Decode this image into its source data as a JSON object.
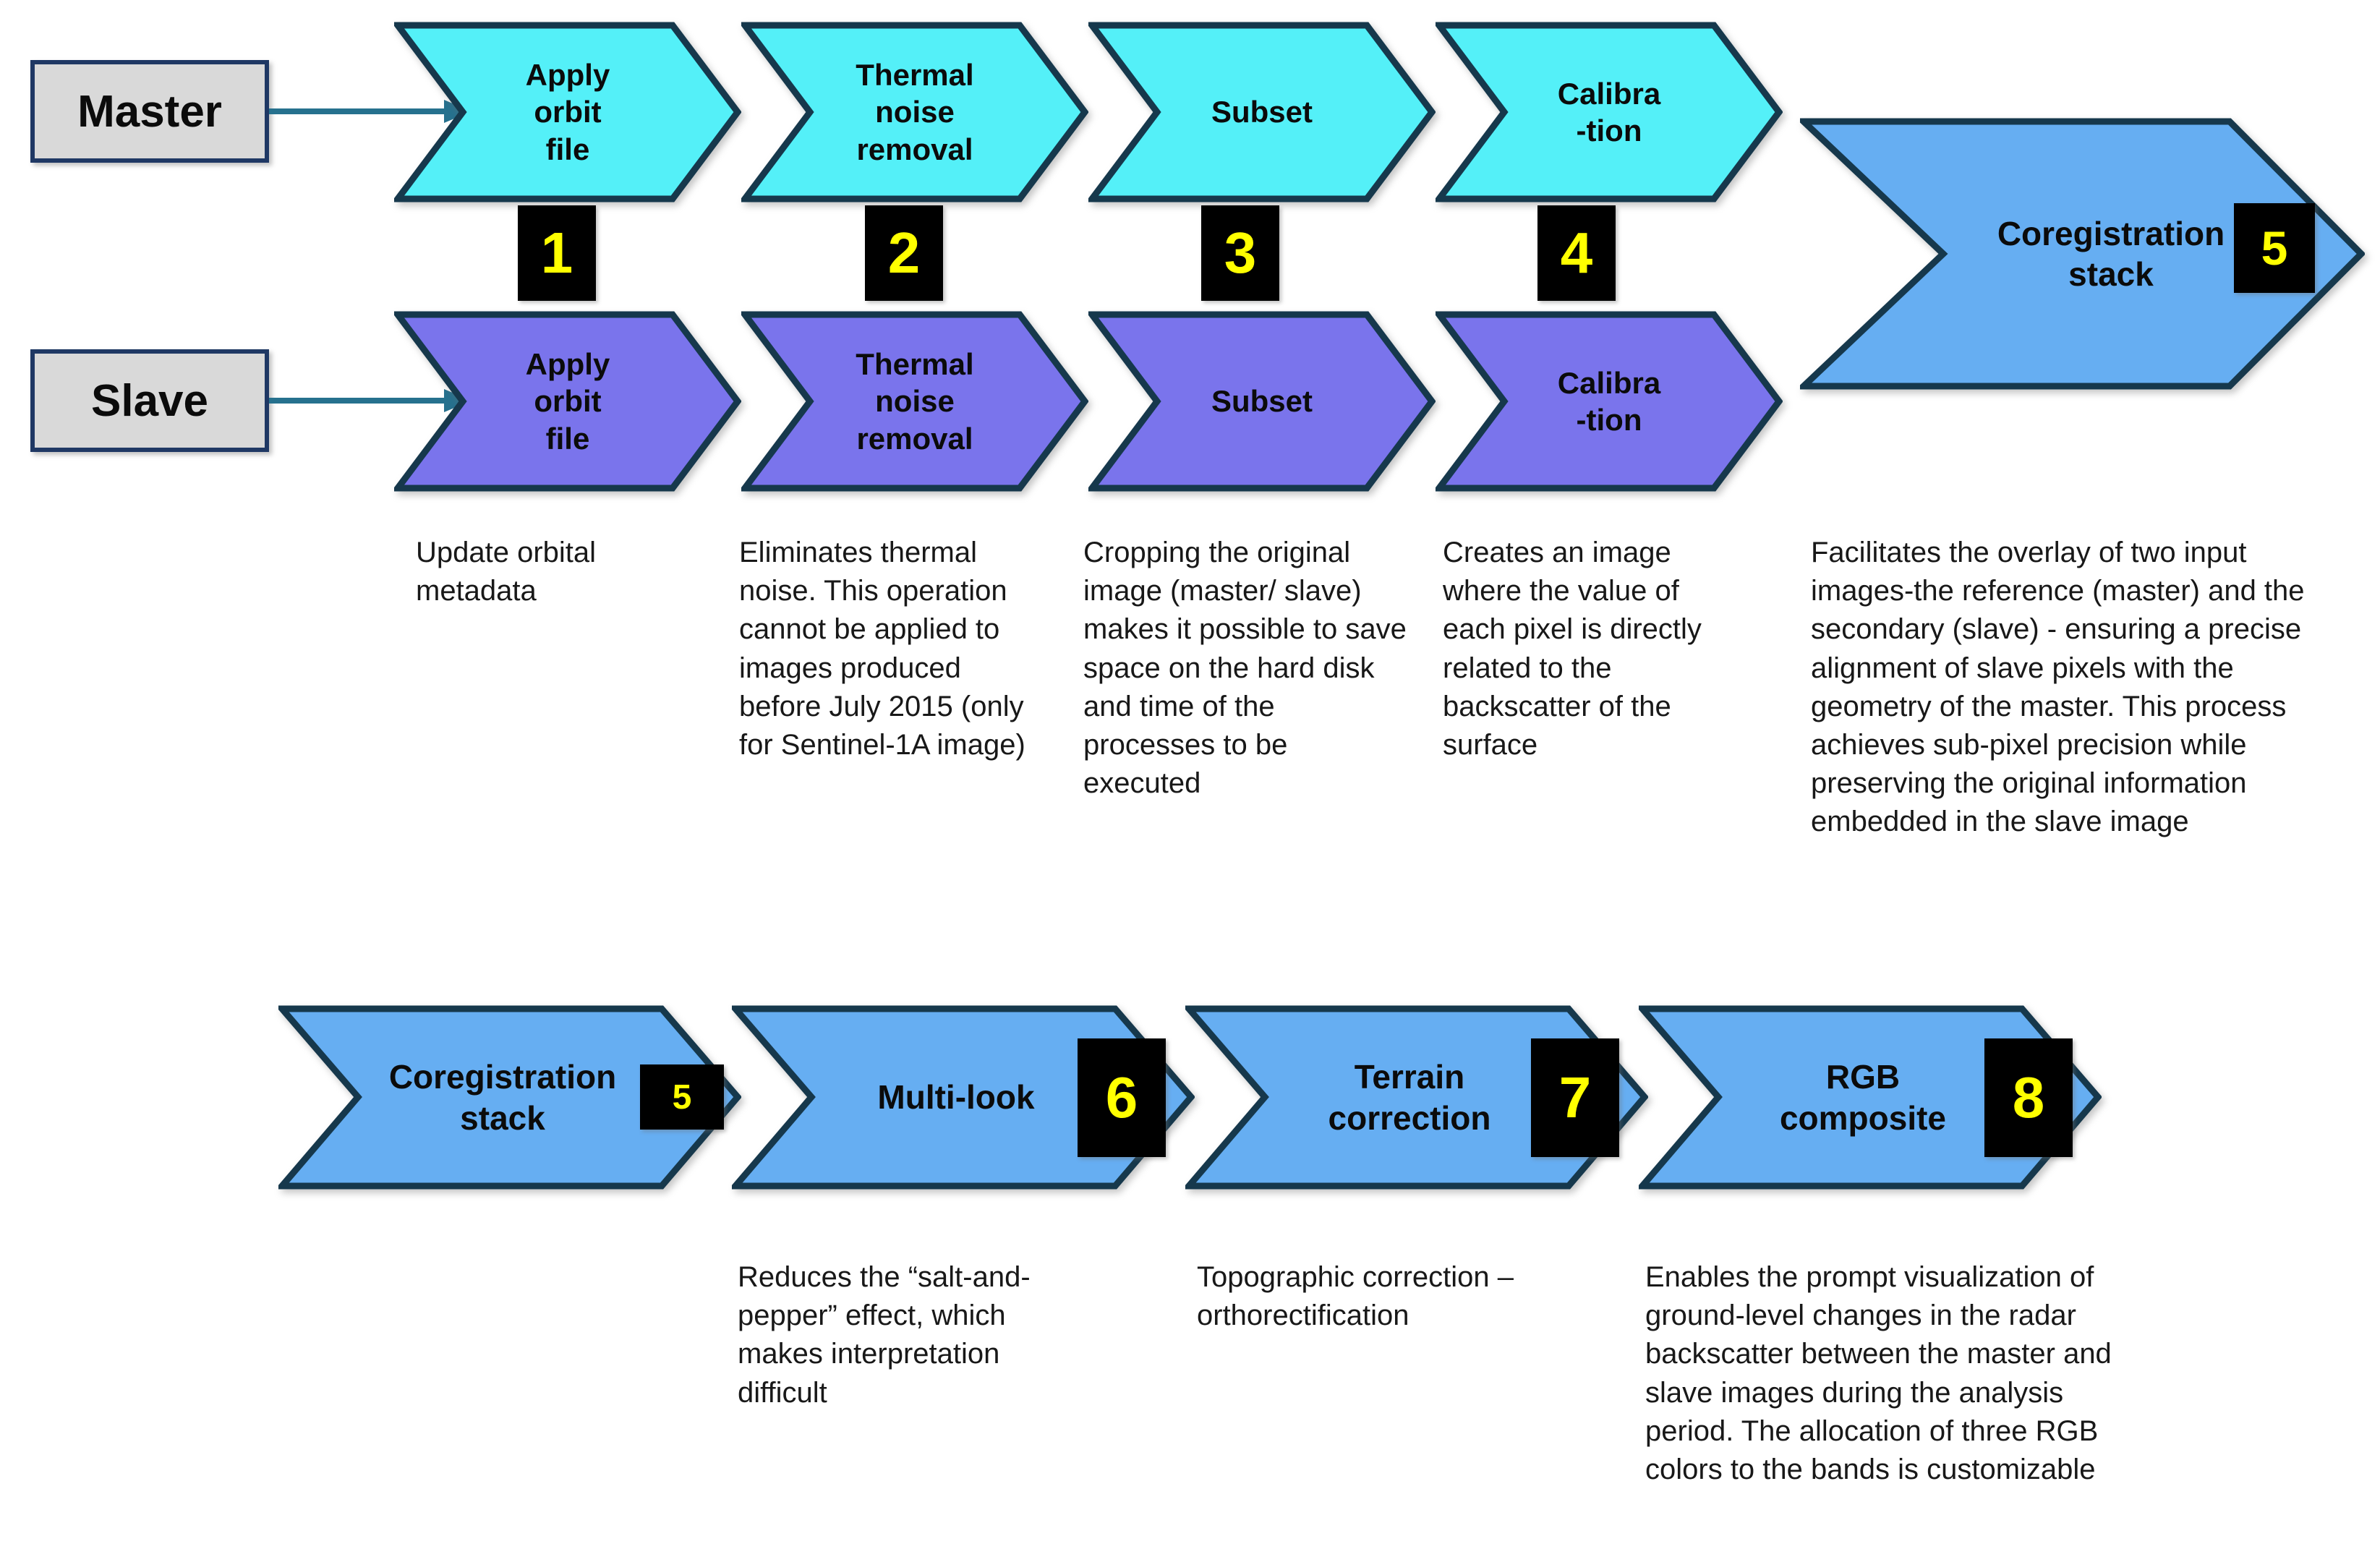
{
  "sources": {
    "master_label": "Master",
    "slave_label": "Slave"
  },
  "flow_top": {
    "steps": [
      {
        "num": "1",
        "master_label": "Apply\norbit\nfile",
        "slave_label": "Apply\norbit\nfile",
        "description": "Update orbital metadata"
      },
      {
        "num": "2",
        "master_label": "Thermal\nnoise\nremoval",
        "slave_label": "Thermal\nnoise\nremoval",
        "description": "Eliminates thermal noise. This operation cannot be applied to images produced before July 2015 (only for Sentinel-1A image)"
      },
      {
        "num": "3",
        "master_label": "Subset",
        "slave_label": "Subset",
        "description": "Cropping the original image (master/ slave) makes it possible to save space on the hard disk and time of the processes to be executed"
      },
      {
        "num": "4",
        "master_label": "Calibra\n-tion",
        "slave_label": "Calibra\n-tion",
        "description": "Creates an image where the value of each pixel is directly related to the backscatter of the surface"
      }
    ],
    "coregistration": {
      "num": "5",
      "label": "Coregistration\nstack",
      "description": "Facilitates the overlay of two input images-the reference (master) and the secondary (slave) - ensuring a precise alignment of slave pixels with the geometry of the master. This process achieves sub-pixel precision while preserving the original information embedded in the slave image"
    }
  },
  "flow_bottom": {
    "steps": [
      {
        "num": "5",
        "label": "Coregistration\nstack"
      },
      {
        "num": "6",
        "label": "Multi-look",
        "description": "Reduces the “salt-and-pepper” effect, which makes interpretation difficult"
      },
      {
        "num": "7",
        "label": "Terrain\ncorrection",
        "description": "Topographic correction – orthorectification"
      },
      {
        "num": "8",
        "label": "RGB\ncomposite",
        "description": "Enables the prompt visualization of ground-level changes in the radar backscatter between the master and slave images during the analysis period. The allocation of three RGB colors to the bands is customizable"
      }
    ]
  },
  "colors": {
    "master_step_fill": "#54F0F8",
    "slave_step_fill": "#7A74EC",
    "stack_step_fill": "#66AEF2",
    "outline": "#16384C",
    "connector": "#26718E",
    "number_bg": "#000000",
    "number_fg": "#FFFF00",
    "source_box_fill": "#D9D9D9",
    "source_box_border": "#1F3864"
  }
}
